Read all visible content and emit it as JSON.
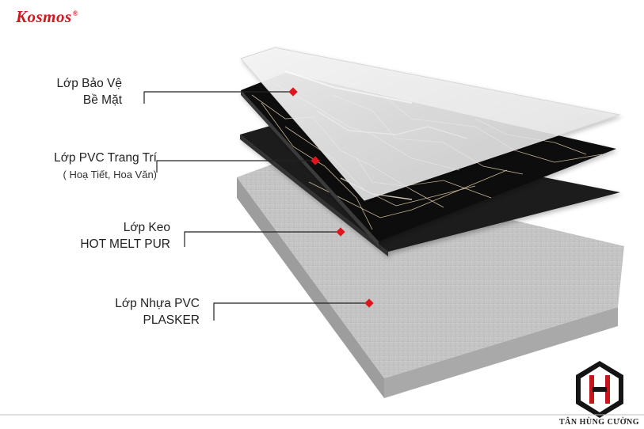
{
  "brand": {
    "name": "Kosmos",
    "mark": "®",
    "color": "#d8141c"
  },
  "layers": [
    {
      "line1": "Lớp Bảo Vệ",
      "line2": "Bề Mặt"
    },
    {
      "line1": "Lớp PVC Trang Trí",
      "line2": "( Hoạ Tiết, Hoa Văn)"
    },
    {
      "line1": "Lớp Keo",
      "line2": "HOT MELT PUR"
    },
    {
      "line1": "Lớp Nhựa PVC",
      "line2": "PLASKER"
    }
  ],
  "marker_color": "#e0141c",
  "footer": {
    "company": "TÂN HÙNG CƯỜNG"
  }
}
